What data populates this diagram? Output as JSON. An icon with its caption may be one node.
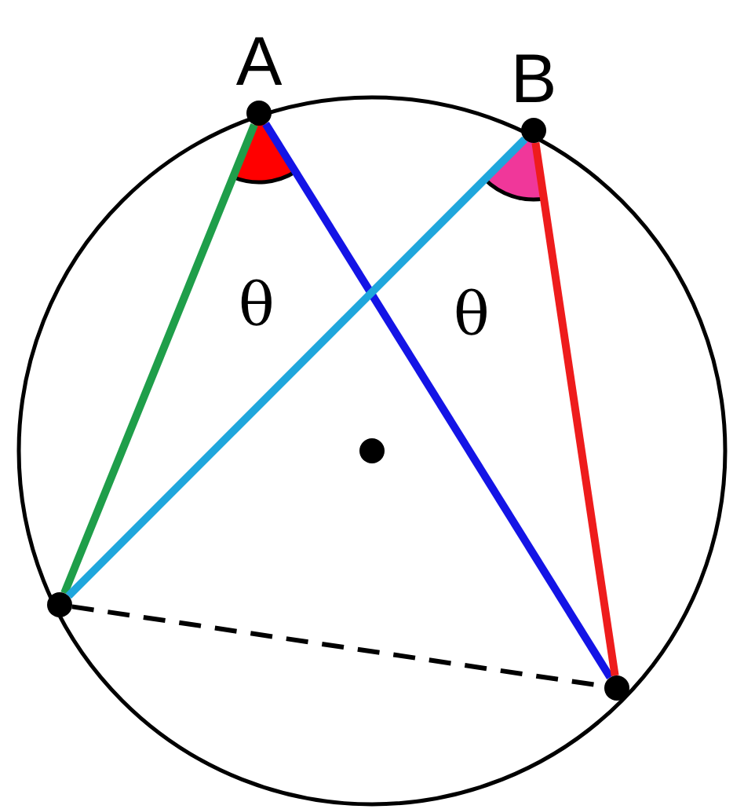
{
  "diagram": {
    "nodes": [
      {
        "text": [
          "A"
        ]
      },
      {
        "text": [
          "B"
        ]
      },
      {
        "text": [],
        "shape": "circle"
      },
      {
        "text": [],
        "shape": "circle"
      },
      {
        "text": [],
        "shape": "circle"
      }
    ],
    "edges": [
      {
        "from": 0,
        "to": 2,
        "arrow": "none",
        "color": "#1f9e4a"
      },
      {
        "from": 0,
        "to": 3,
        "arrow": "none",
        "color": "#1414e6"
      },
      {
        "from": 1,
        "to": 2,
        "arrow": "none",
        "color": "#1fa6dc"
      },
      {
        "from": 1,
        "to": 3,
        "arrow": "none",
        "color": "#ee1c1c"
      },
      {
        "from": 2,
        "to": 3,
        "arrow": "none",
        "style": "dashed",
        "color": "#000000"
      }
    ],
    "labels": [
      "θ",
      "θ"
    ]
  }
}
